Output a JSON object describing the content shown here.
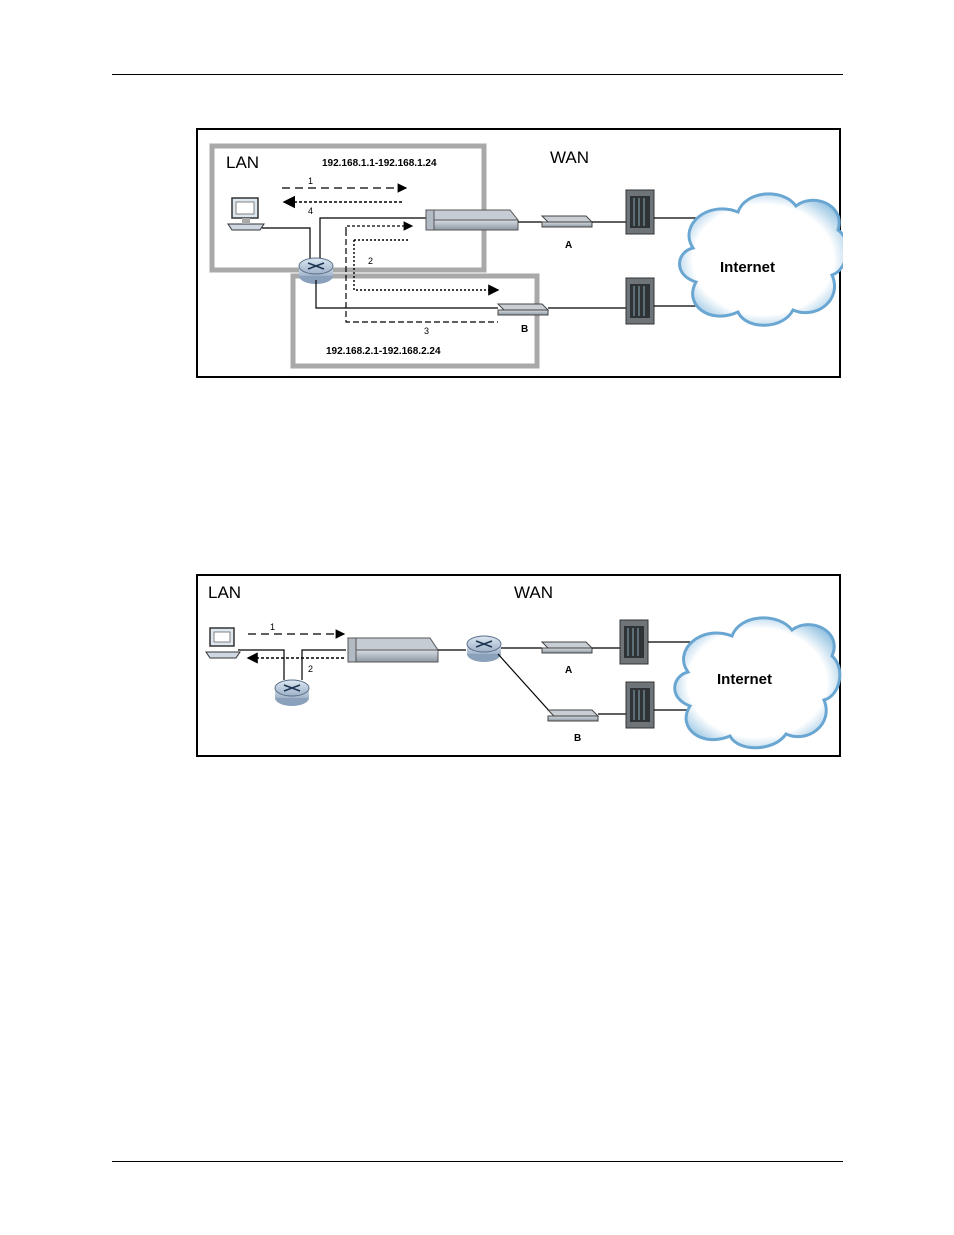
{
  "figure1": {
    "lan_label": "LAN",
    "wan_label": "WAN",
    "lan1_range": "192.168.1.1-192.168.1.24",
    "lan2_range": "192.168.2.1-192.168.2.24",
    "path_1": "1",
    "path_2": "2",
    "path_3": "3",
    "path_4": "4",
    "modem_a": "A",
    "modem_b": "B",
    "cloud": "Internet"
  },
  "figure2": {
    "lan_label": "LAN",
    "wan_label": "WAN",
    "path_1": "1",
    "path_2": "2",
    "modem_a": "A",
    "modem_b": "B",
    "cloud": "Internet"
  }
}
